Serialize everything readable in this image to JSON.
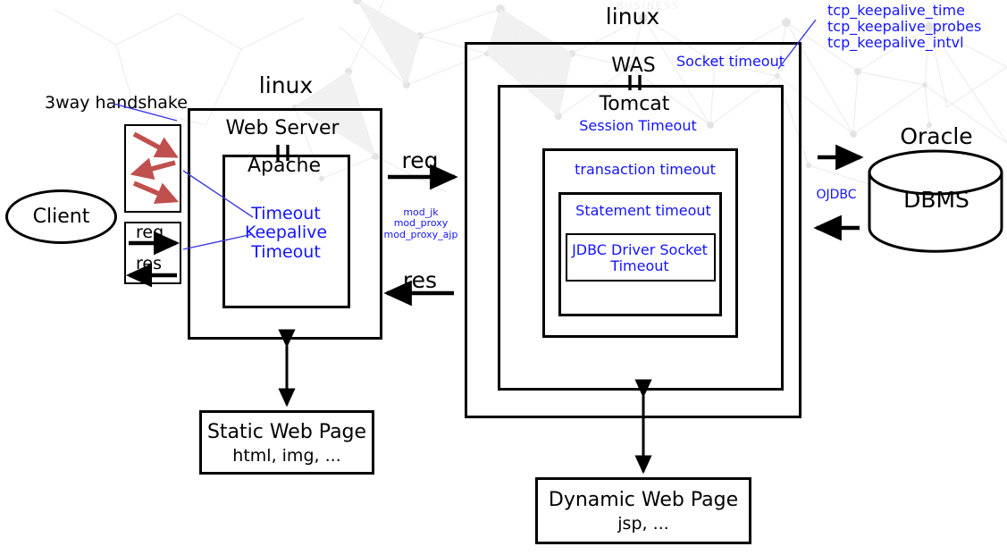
{
  "diagram": {
    "title_left_os": "linux",
    "title_right_os": "linux",
    "client": {
      "label": "Client",
      "handshake_label": "3way handshake",
      "req_label": "req",
      "res_label": "res"
    },
    "web_server": {
      "heading": "Web Server",
      "product": "Apache",
      "timeouts": "Timeout\nKeepalive\nTimeout"
    },
    "connector": {
      "req_label": "req",
      "res_label": "res",
      "modules": "mod_jk\nmod_proxy\nmod_proxy_ajp"
    },
    "was": {
      "heading": "WAS",
      "product": "Tomcat",
      "socket_timeout": "Socket timeout",
      "session_timeout": "Session Timeout",
      "transaction_timeout": "transaction timeout",
      "statement_timeout": "Statement timeout",
      "jdbc_timeout": "JDBC Driver Socket\nTimeout"
    },
    "tcp_keepalive": "tcp_keepalive_time\ntcp_keepalive_probes\ntcp_keepalive_intvl",
    "database": {
      "vendor": "Oracle",
      "label": "DBMS",
      "driver": "OJDBC"
    },
    "static_page": {
      "title": "Static Web Page",
      "subtitle": "html, img, ..."
    },
    "dynamic_page": {
      "title": "Dynamic Web Page",
      "subtitle": "jsp, ..."
    }
  },
  "colors": {
    "blue": "#1414FF",
    "red_arrow": "#C0504D",
    "black": "#000000",
    "background": "#FFFFFF"
  }
}
